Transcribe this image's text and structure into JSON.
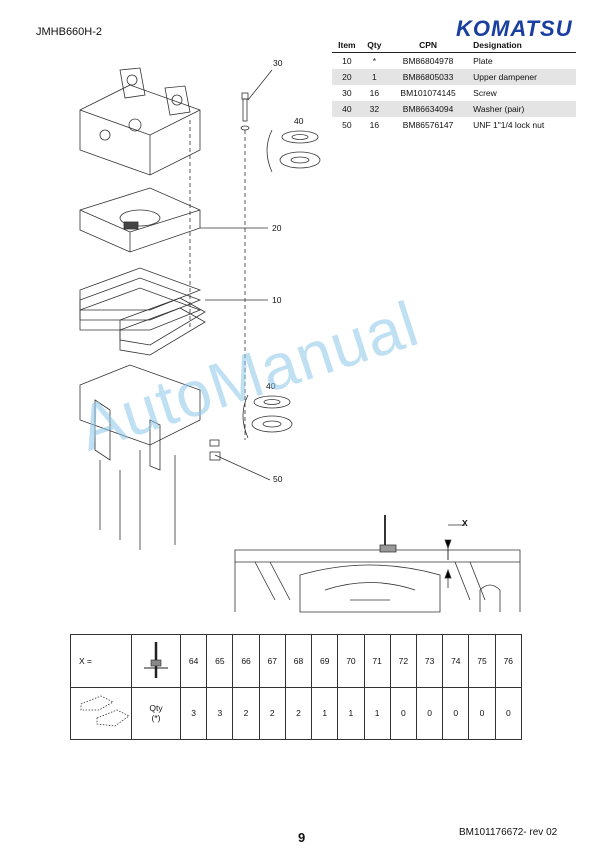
{
  "header": {
    "doc_code": "JMHB660H-2",
    "brand": "KOMATSU"
  },
  "parts_table": {
    "columns": [
      "Item",
      "Qty",
      "CPN",
      "Designation"
    ],
    "rows": [
      {
        "item": "10",
        "qty": "*",
        "cpn": "BM86804978",
        "designation": "Plate"
      },
      {
        "item": "20",
        "qty": "1",
        "cpn": "BM86805033",
        "designation": "Upper dampener"
      },
      {
        "item": "30",
        "qty": "16",
        "cpn": "BM101074145",
        "designation": "Screw"
      },
      {
        "item": "40",
        "qty": "32",
        "cpn": "BM86634094",
        "designation": "Washer (pair)"
      },
      {
        "item": "50",
        "qty": "16",
        "cpn": "BM86576147",
        "designation": "UNF 1\"1/4 lock nut"
      }
    ]
  },
  "callouts": {
    "c30": "30",
    "c40a": "40",
    "c20": "20",
    "c10": "10",
    "c40b": "40",
    "c50": "50",
    "cx": "X"
  },
  "watermark": "AutoManual",
  "shim_table": {
    "x_label": "X =",
    "x_values": [
      "64",
      "65",
      "66",
      "67",
      "68",
      "69",
      "70",
      "71",
      "72",
      "73",
      "74",
      "75",
      "76"
    ],
    "qty_label": "Qty",
    "qty_note": "(*)",
    "qty_values": [
      "3",
      "3",
      "2",
      "2",
      "2",
      "1",
      "1",
      "1",
      "0",
      "0",
      "0",
      "0",
      "0"
    ]
  },
  "footer": {
    "page_number": "9",
    "doc_ref": "BM101176672- rev 02"
  }
}
